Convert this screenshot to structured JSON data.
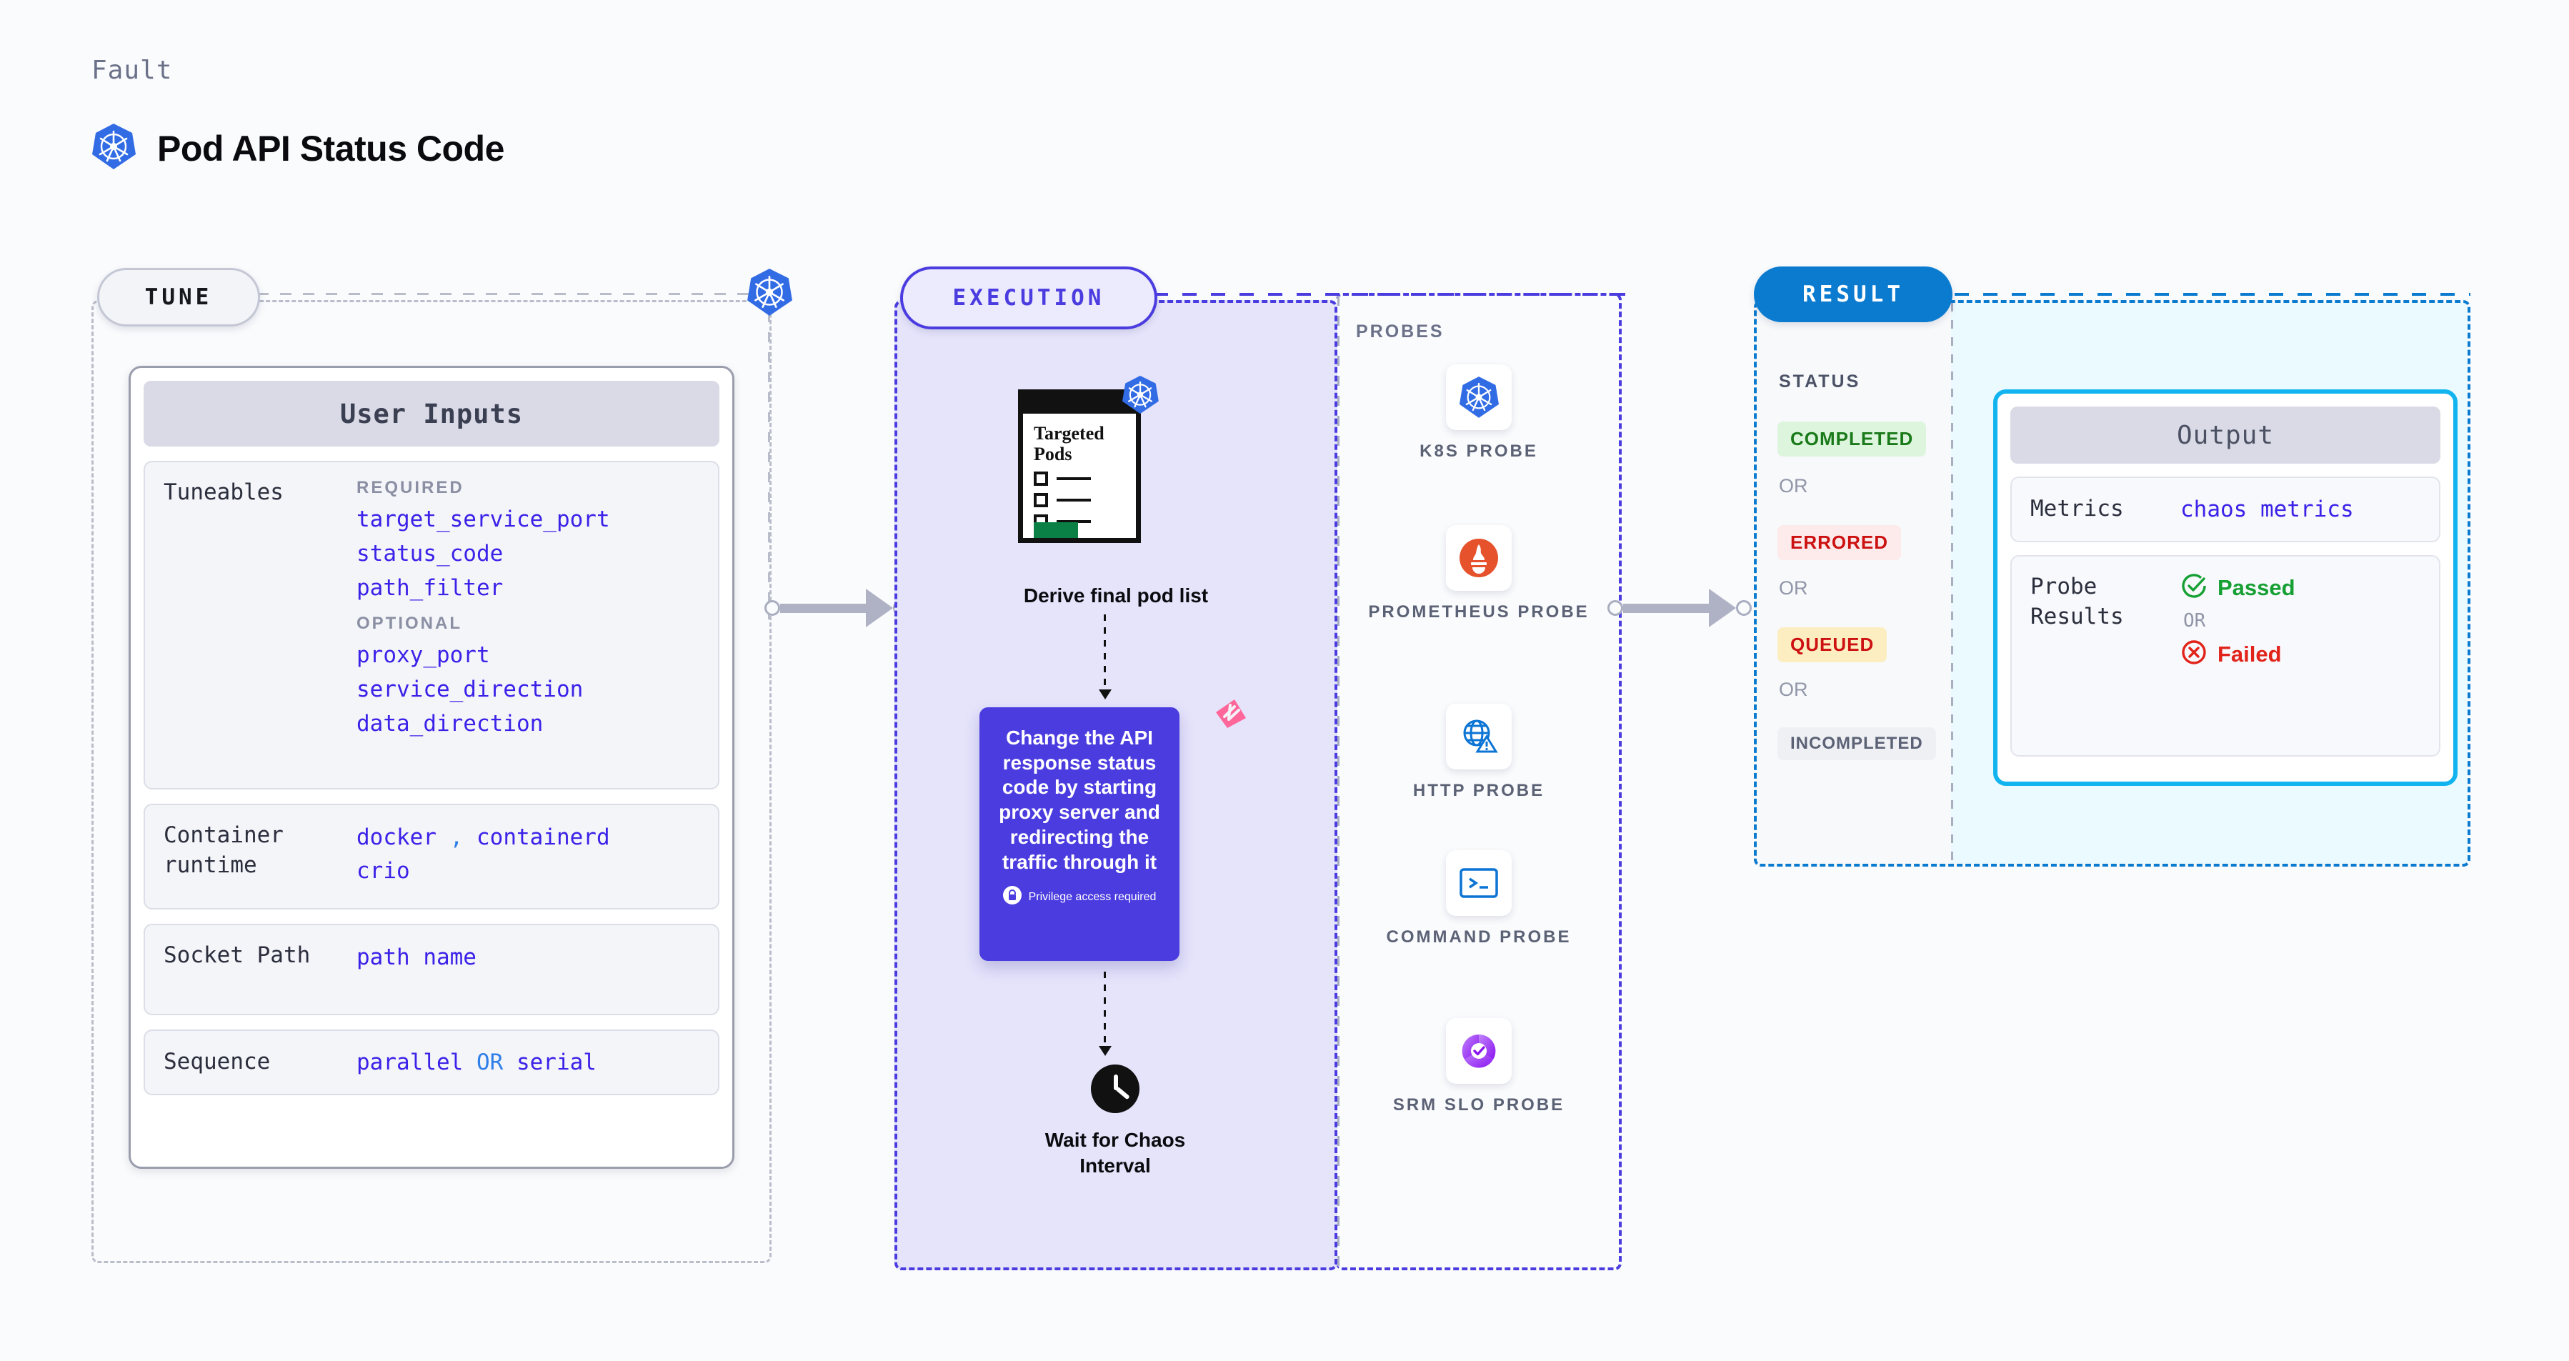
{
  "header": {
    "eyebrow": "Fault",
    "title": "Pod API Status Code",
    "logo_icon": "kubernetes-icon"
  },
  "tune": {
    "badge": "TUNE",
    "k8s_icon": "kubernetes-icon",
    "card_title": "User Inputs",
    "tuneables": {
      "label": "Tuneables",
      "required_label": "REQUIRED",
      "required": [
        "target_service_port",
        "status_code",
        "path_filter"
      ],
      "optional_label": "OPTIONAL",
      "optional": [
        "proxy_port",
        "service_direction",
        "data_direction"
      ]
    },
    "container_runtime": {
      "label": "Container runtime",
      "values": [
        "docker",
        ",",
        "containerd",
        "crio"
      ]
    },
    "socket_path": {
      "label": "Socket Path",
      "value": "path name"
    },
    "sequence": {
      "label": "Sequence",
      "value_a": "parallel",
      "sep": "OR",
      "value_b": "serial"
    }
  },
  "execution": {
    "badge": "EXECUTION",
    "pods_card": {
      "title_line1": "Targeted",
      "title_line2": "Pods",
      "k8s_icon": "kubernetes-icon"
    },
    "derive_label": "Derive final pod list",
    "action": {
      "text": "Change the API response status code by starting proxy server and redirecting the traffic through it",
      "privilege_icon": "lock-icon",
      "privilege_text": "Privilege access required",
      "brand_icon": "harness-icon",
      "color": "#4b3ce0"
    },
    "wait": {
      "icon": "clock-icon",
      "label_line1": "Wait for Chaos",
      "label_line2": "Interval"
    }
  },
  "probes": {
    "title": "PROBES",
    "items": [
      {
        "name": "K8S PROBE",
        "icon": "kubernetes-icon"
      },
      {
        "name": "PROMETHEUS PROBE",
        "icon": "prometheus-icon"
      },
      {
        "name": "HTTP PROBE",
        "icon": "globe-warning-icon"
      },
      {
        "name": "COMMAND PROBE",
        "icon": "terminal-icon"
      },
      {
        "name": "SRM SLO PROBE",
        "icon": "slo-donut-check-icon"
      }
    ]
  },
  "result": {
    "badge": "RESULT",
    "status_title": "STATUS",
    "or_label": "OR",
    "statuses": [
      {
        "label": "COMPLETED",
        "bg": "#ddf5dd",
        "fg": "#1a7a1a"
      },
      {
        "label": "ERRORED",
        "bg": "#fdeaea",
        "fg": "#cc1111"
      },
      {
        "label": "QUEUED",
        "bg": "#fdeec2",
        "fg": "#cc1111"
      },
      {
        "label": "INCOMPLETED",
        "bg": "#eef0f4",
        "fg": "#5c6275"
      }
    ],
    "output": {
      "title": "Output",
      "metrics": {
        "label": "Metrics",
        "value": "chaos metrics"
      },
      "probe_results": {
        "label": "Probe Results",
        "passed": "Passed",
        "or": "OR",
        "failed": "Failed",
        "passed_icon": "check-circle-icon",
        "failed_icon": "x-circle-icon"
      }
    }
  },
  "connectors": {
    "arrow_icon": "arrow-right-icon"
  }
}
